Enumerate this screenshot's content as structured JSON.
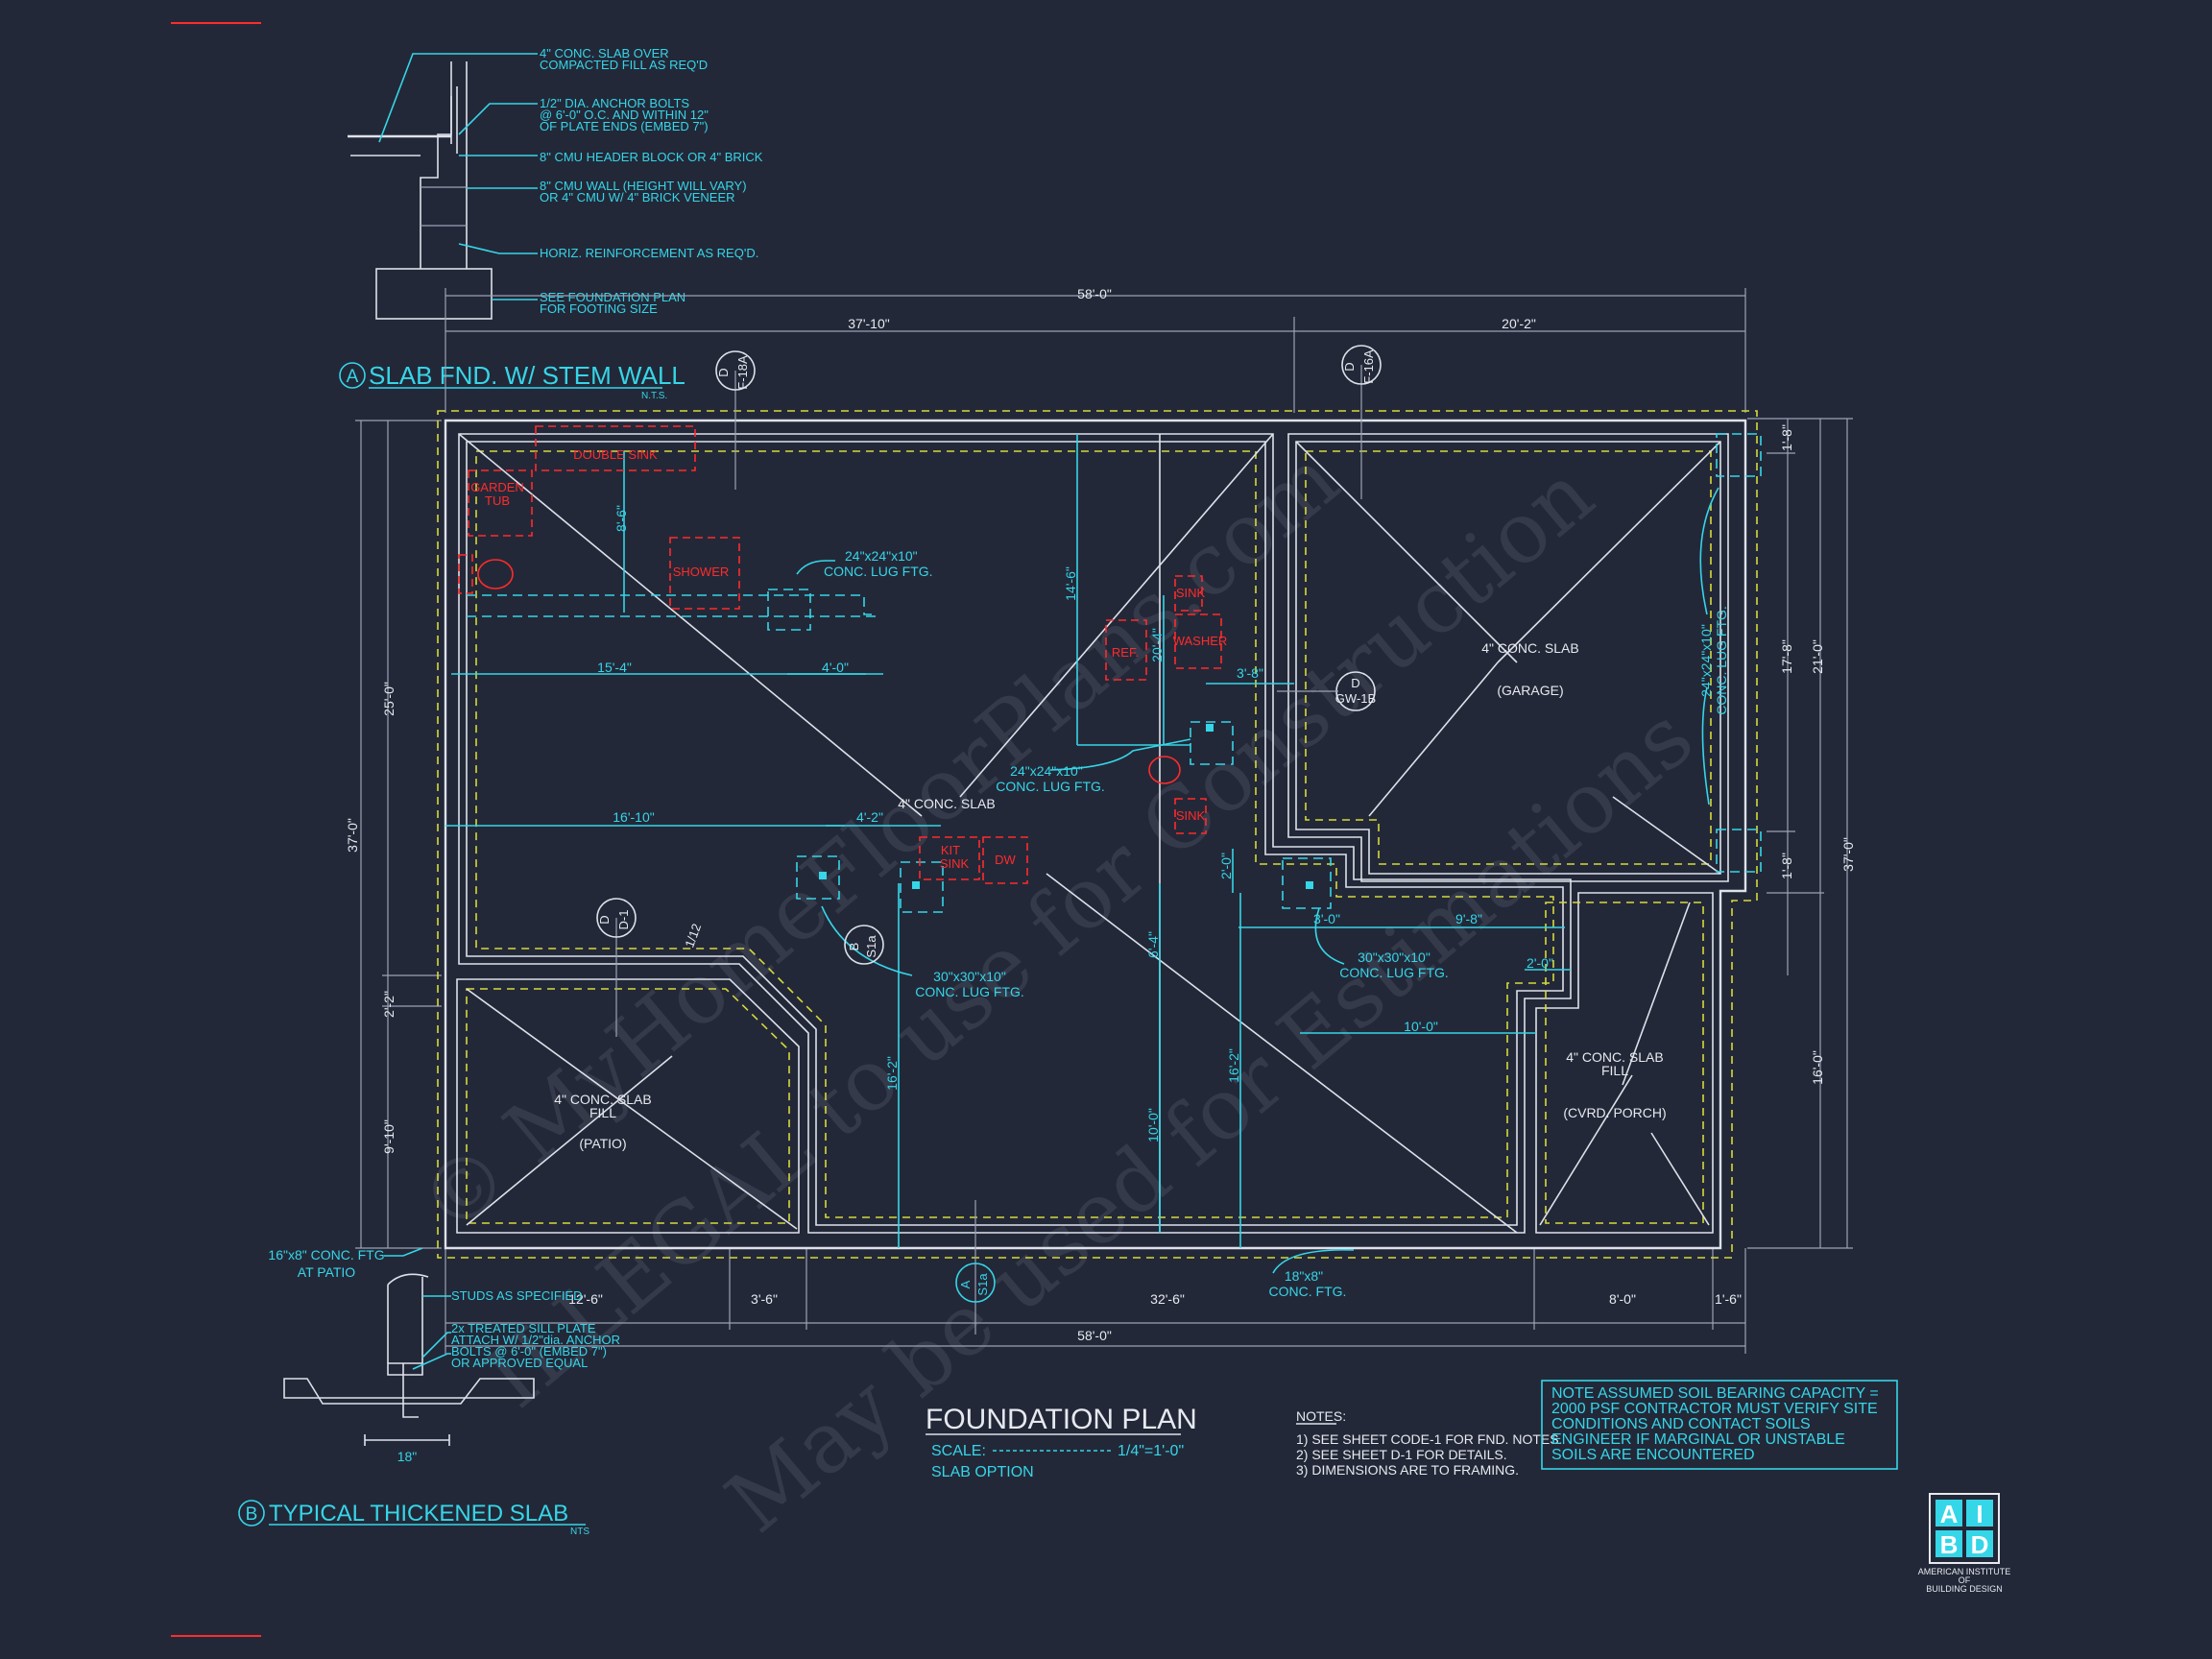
{
  "drawing": {
    "title": "FOUNDATION PLAN",
    "scale_label": "SCALE:",
    "scale_value": "1/4\"=1'-0\"",
    "option": "SLAB OPTION"
  },
  "detail_a": {
    "marker": "A",
    "title": "SLAB FND. W/ STEM WALL",
    "scale": "N.T.S.",
    "notes": [
      "4\" CONC. SLAB OVER",
      "COMPACTED FILL AS REQ'D",
      "1/2\" DIA. ANCHOR BOLTS",
      "@ 6'-0\" O.C. AND WITHIN 12\"",
      "OF PLATE ENDS (EMBED 7\")",
      "8\" CMU HEADER BLOCK OR 4\" BRICK",
      "8\" CMU WALL (HEIGHT WILL VARY)",
      "OR 4\" CMU W/ 4\" BRICK VENEER",
      "HORIZ. REINFORCEMENT AS REQ'D.",
      "SEE FOUNDATION PLAN",
      "FOR FOOTING SIZE"
    ]
  },
  "detail_b": {
    "marker": "B",
    "title": "TYPICAL THICKENED SLAB",
    "scale": "NTS",
    "notes": [
      "STUDS AS SPECIFIED",
      "2x TREATED SILL PLATE",
      "ATTACH W/ 1/2\"dia. ANCHOR",
      "BOLTS @ 6'-0\" (EMBED 7\")",
      "OR APPROVED EQUAL"
    ],
    "width_dim": "18\"",
    "footing_label_1": "16\"x8\" CONC. FTG",
    "footing_label_2": "AT PATIO"
  },
  "dimensions": {
    "top_overall": "58'-0\"",
    "top_left": "37'-10\"",
    "top_right": "20'-2\"",
    "bottom_overall": "58'-0\"",
    "bottom_segments": [
      "12'-6\"",
      "3'-6\"",
      "32'-6\"",
      "8'-0\"",
      "1'-6\""
    ],
    "left_overall": "37'-0\"",
    "left_upper": "25'-0\"",
    "left_mid": "2'-2\"",
    "left_lower": "9'-10\"",
    "right_overall": "37'-0\"",
    "right_21": "21'-0\"",
    "right_17": "17'-8\"",
    "right_18a": "1'-8\"",
    "right_18b": "1'-8\"",
    "right_16": "16'-0\"",
    "interior": {
      "d8_6": "8'-6\"",
      "d15_4": "15'-4\"",
      "d4_0": "4'-0\"",
      "d14_6": "14'-6\"",
      "d20_4": "20'-4\"",
      "d3_8": "3'-8\"",
      "d16_10": "16'-10\"",
      "d4_2": "4'-2\"",
      "d2_0": "2'-0\"",
      "d3_0": "3'-0\"",
      "d9_8": "9'-8\"",
      "d2_0b": "2'-0\"",
      "d10_0": "10'-0\"",
      "d16_2a": "16'-2\"",
      "d16_2b": "16'-2\"",
      "d6_4": "6'-4\"",
      "d10_0v": "10'-0\""
    }
  },
  "slab_labels": {
    "main": "4\" CONC. SLAB",
    "garage_1": "4\" CONC. SLAB",
    "garage_2": "(GARAGE)",
    "patio_1": "4\" CONC. SLAB",
    "patio_2": "FILL",
    "patio_3": "(PATIO)",
    "porch_1": "4\" CONC. SLAB",
    "porch_2": "FILL",
    "porch_3": "(CVRD. PORCH)"
  },
  "footing_callouts": {
    "lug_24_1a": "24\"x24\"x10\"",
    "lug_24_1b": "CONC. LUG FTG.",
    "lug_24_2a": "24\"x24\"x10\"",
    "lug_24_2b": "CONC. LUG FTG.",
    "lug_24_3a": "24\"x24\"x10\"",
    "lug_24_3b": "CONC. LUG FTG.",
    "lug_30_1a": "30\"x30\"x10\"",
    "lug_30_1b": "CONC. LUG FTG.",
    "lug_30_2a": "30\"x30\"x10\"",
    "lug_30_2b": "CONC. LUG FTG.",
    "ftg_18a": "18\"x8\"",
    "ftg_18b": "CONC. FTG."
  },
  "fixtures": {
    "double_sink": "DOUBLE SINK",
    "garden_tub_1": "GARDEN",
    "garden_tub_2": "TUB",
    "shower": "SHOWER",
    "ref": "REF.",
    "sink_1": "SINK",
    "washer": "WASHER",
    "sink_2": "SINK",
    "kit_sink_1": "KIT",
    "kit_sink_2": "SINK",
    "dw": "DW"
  },
  "section_markers": {
    "m1_top": "D",
    "m1_bot": "F-18A",
    "m2_top": "D",
    "m2_bot": "F-16A",
    "m3_top": "D",
    "m3_bot": "GW-1B",
    "m4_top": "D",
    "m4_bot": "D-1",
    "m5_top": "B",
    "m5_bot": "S1a",
    "m6_top": "A",
    "m6_bot": "S1a",
    "slope": "1/12"
  },
  "notes": {
    "heading": "NOTES:",
    "items": [
      "1)  SEE SHEET CODE-1 FOR FND. NOTES.",
      "2)  SEE SHEET D-1 FOR DETAILS.",
      "3)  DIMENSIONS ARE TO FRAMING."
    ]
  },
  "soil_note": [
    "NOTE ASSUMED SOIL BEARING CAPACITY =",
    "2000 PSF CONTRACTOR MUST VERIFY SITE",
    "CONDITIONS AND CONTACT SOILS",
    "ENGINEER IF MARGINAL OR UNSTABLE",
    "SOILS ARE ENCOUNTERED"
  ],
  "logo": {
    "letters": [
      "A",
      "I",
      "B",
      "D"
    ],
    "caption_1": "AMERICAN INSTITUTE",
    "caption_2": "OF",
    "caption_3": "BUILDING DESIGN"
  },
  "watermark": {
    "line1": "© MyHomeFloorPlans.com",
    "line2": "ILLEGAL to use for Construction",
    "line3": "May be used for Estimations"
  },
  "colors": {
    "background": "#232838",
    "cyan": "#35d6e8",
    "white": "#dde1ea",
    "red": "#ff2b2b",
    "yellow": "#d6d93a"
  }
}
